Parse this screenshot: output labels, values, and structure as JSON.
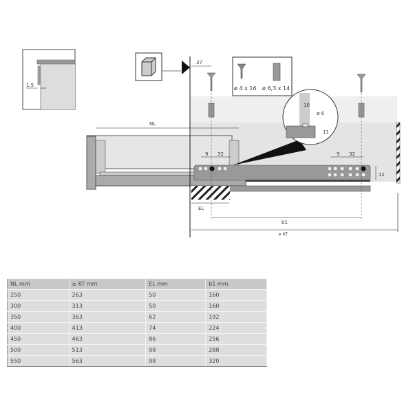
{
  "diagram": {
    "inset_dim": "1,5",
    "dim_37": "37",
    "screw_labels": [
      "ø 4 x 16",
      "ø 6,3 x 14"
    ],
    "nl_label": "NL",
    "dim_9": "9",
    "dim_32": "32",
    "dim_10": "10",
    "dim_d6": "ø 6",
    "dim_11": "11",
    "dim_12": "12",
    "el_label": "EL",
    "b1_label": "b1",
    "kt_label": "≥ KT"
  },
  "table": {
    "headers": [
      "NL mm",
      "≥ KT mm",
      "EL mm",
      "b1 mm"
    ],
    "rows": [
      [
        "250",
        "263",
        "50",
        "160"
      ],
      [
        "300",
        "313",
        "50",
        "160"
      ],
      [
        "350",
        "363",
        "62",
        "192"
      ],
      [
        "400",
        "413",
        "74",
        "224"
      ],
      [
        "450",
        "463",
        "86",
        "256"
      ],
      [
        "500",
        "513",
        "98",
        "288"
      ],
      [
        "550",
        "563",
        "98",
        "320"
      ]
    ]
  }
}
